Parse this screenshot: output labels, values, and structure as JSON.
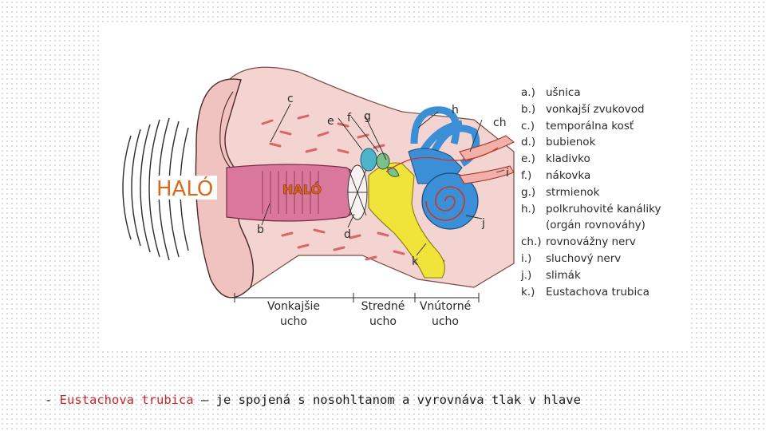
{
  "diagram": {
    "labels": {
      "b": "b",
      "c": "c",
      "d": "d",
      "e": "e",
      "f": "f",
      "g": "g",
      "h": "h",
      "ch": "ch",
      "i": "i",
      "j": "j",
      "k": "k"
    },
    "halo_outer": "HALÓ",
    "halo_inner": "HALÓ",
    "zones": {
      "outer_line1": "Vonkajšie",
      "outer_line2": "ucho",
      "middle_line1": "Stredné",
      "middle_line2": "ucho",
      "inner_line1": "Vnútorné",
      "inner_line2": "ucho"
    }
  },
  "legend": [
    {
      "key": "a.)",
      "value": "ušnica"
    },
    {
      "key": "b.)",
      "value": "vonkajší zvukovod"
    },
    {
      "key": "c.)",
      "value": "temporálna kosť"
    },
    {
      "key": "d.)",
      "value": "bubienok"
    },
    {
      "key": "e.)",
      "value": "kladivko"
    },
    {
      "key": "f.)",
      "value": "nákovka"
    },
    {
      "key": "g.)",
      "value": "strmienok"
    },
    {
      "key": "h.)",
      "value": "polkruhovité kanáliky"
    },
    {
      "key": "",
      "value": "(orgán rovnováhy)"
    },
    {
      "key": "ch.)",
      "value": "rovnovážny nerv"
    },
    {
      "key": "i.)",
      "value": "sluchový nerv"
    },
    {
      "key": "j.)",
      "value": "slimák"
    },
    {
      "key": "k.)",
      "value": "Eustachova trubica"
    }
  ],
  "caption": {
    "prefix": "- ",
    "term": "Eustachova trubica",
    "rest": " – je spojená s nosohltanom a vyrovnáva tlak v hlave"
  },
  "colors": {
    "text_highlight": "#c0282c",
    "halo": "#d9691e",
    "tissue_pink": "#f2c9c9",
    "canal_magenta": "#d9789a",
    "inner_ear_blue": "#3a8fd6",
    "eustachian_yellow": "#f0e33a"
  }
}
